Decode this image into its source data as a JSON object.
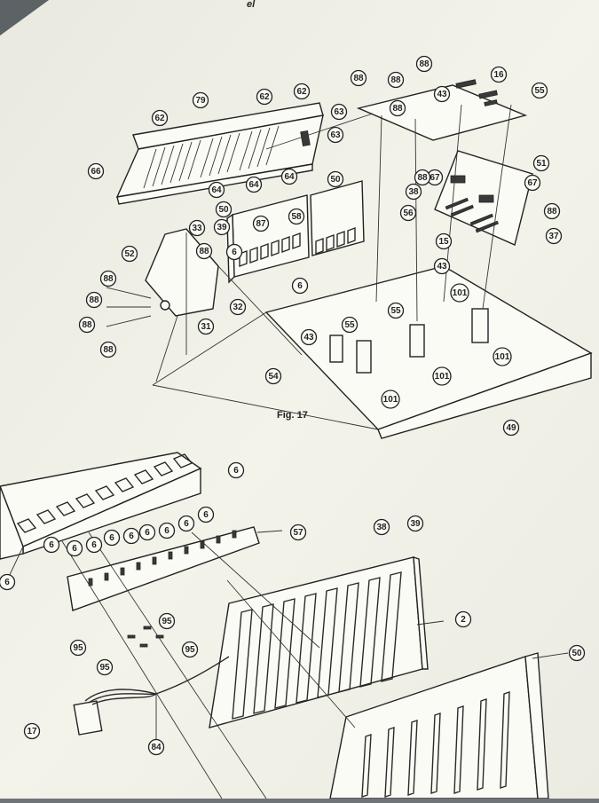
{
  "page": {
    "header_fragment": "el",
    "fig_caption": "Fig. 17"
  },
  "fig17": {
    "callouts": [
      "79",
      "62",
      "62",
      "62",
      "63",
      "63",
      "66",
      "64",
      "64",
      "64",
      "50",
      "50",
      "58",
      "87",
      "39",
      "6",
      "33",
      "88",
      "52",
      "88",
      "88",
      "88",
      "88",
      "32",
      "31",
      "43",
      "43",
      "56",
      "37",
      "38",
      "15",
      "51",
      "67",
      "67",
      "88",
      "88",
      "88",
      "16",
      "43",
      "88",
      "88",
      "88",
      "55",
      "55",
      "55",
      "101",
      "101",
      "101",
      "101",
      "54",
      "49",
      "6"
    ]
  },
  "fig_lower": {
    "callouts": [
      "6",
      "6",
      "6",
      "6",
      "6",
      "6",
      "6",
      "6",
      "6",
      "6",
      "6",
      "57",
      "38",
      "39",
      "2",
      "95",
      "95",
      "95",
      "95",
      "50",
      "17",
      "84"
    ]
  }
}
